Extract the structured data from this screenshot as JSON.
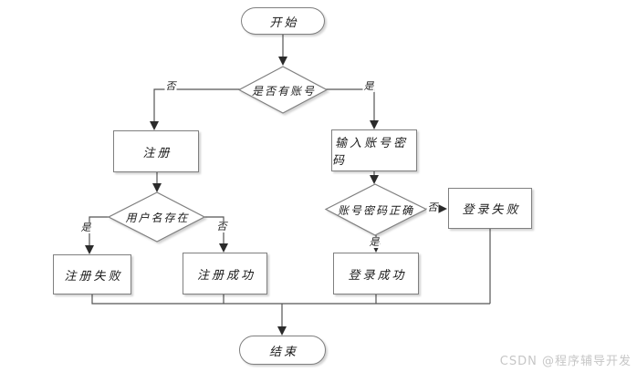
{
  "flowchart": {
    "nodes": {
      "start": "开始",
      "has_account": "是否有账号",
      "register": "注册",
      "input_credentials": "输入账号密码",
      "username_exists": "用户名存在",
      "credentials_correct": "账号密码正确",
      "register_fail": "注册失败",
      "register_success": "注册成功",
      "login_fail": "登录失败",
      "login_success": "登录成功",
      "end": "结束"
    },
    "edge_labels": {
      "has_account_no": "否",
      "has_account_yes": "是",
      "username_exists_yes": "是",
      "username_exists_no": "否",
      "credentials_correct_no": "否",
      "credentials_correct_yes": "是"
    },
    "colors": {
      "line": "#555555",
      "node_border": "#7f7f7f",
      "node_fill": "#ffffff",
      "text": "#1a1a1a",
      "watermark_text": "#c6c6c6"
    }
  },
  "watermark": "CSDN @程序辅导开发"
}
